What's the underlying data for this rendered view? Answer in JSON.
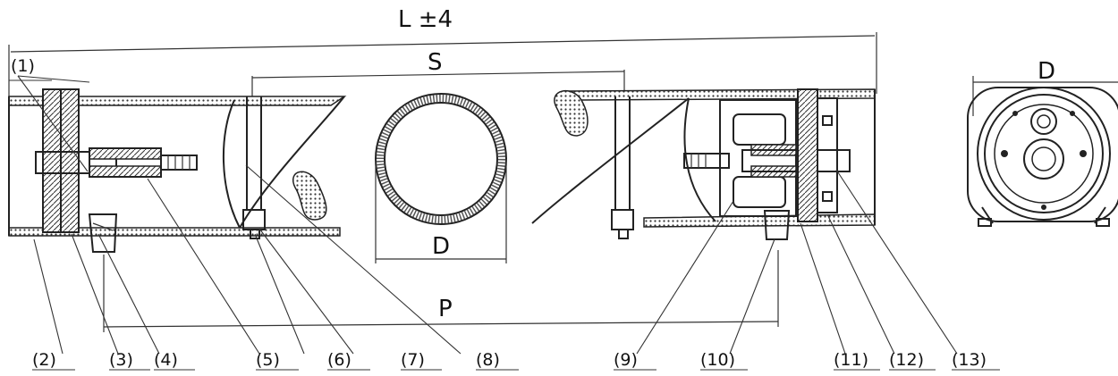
{
  "dimensions": {
    "overall_length": "L ±4",
    "support_spacing": "S",
    "port_spacing": "P",
    "diameter_section": "D",
    "diameter_end": "D"
  },
  "labels": [
    "(1)",
    "(2)",
    "(3)",
    "(4)",
    "(5)",
    "(6)",
    "(7)",
    "(8)",
    "(9)",
    "(10)",
    "(11)",
    "(12)",
    "(13)"
  ]
}
